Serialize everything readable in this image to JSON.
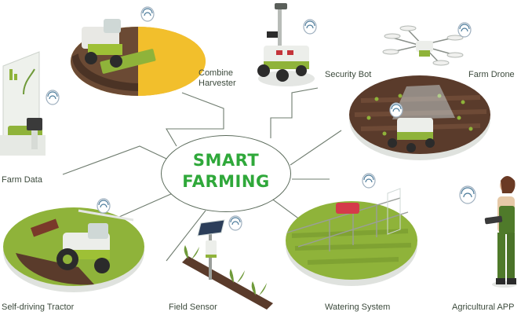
{
  "title": {
    "line1": "SMART",
    "line2": "FARMING"
  },
  "nodes": {
    "combine_harvester": {
      "line1": "Combine",
      "line2": "Harvester"
    },
    "security_bot": "Security Bot",
    "farm_drone": "Farm Drone",
    "farm_data": "Farm Data",
    "self_driving_tractor": "Self-driving Tractor",
    "field_sensor": "Field Sensor",
    "watering_system": "Watering System",
    "agricultural_app": "Agricultural APP"
  },
  "colors": {
    "accent_green": "#2fa83a",
    "field_green": "#8fb33a",
    "harvest_yellow": "#f2bf2c",
    "soil_brown": "#5a3b2b",
    "connector": "#5a6a5a"
  }
}
